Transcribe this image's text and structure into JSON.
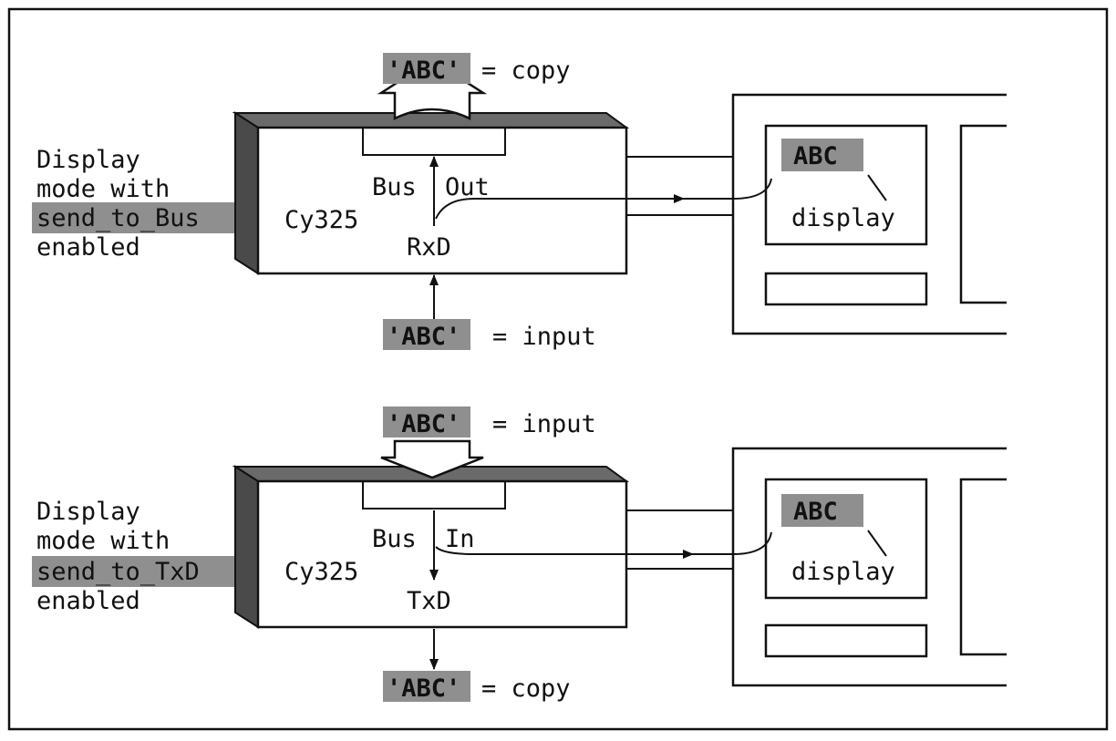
{
  "colors": {
    "highlight": "#8f8f8f",
    "shadow": "#5a5a5a",
    "line": "#111111",
    "background": "#ffffff"
  },
  "top": {
    "mode_label_lines": [
      "Display",
      "mode with",
      "send_to_Bus",
      "enabled"
    ],
    "chip_name": "Cy325",
    "bus_label_left": "Bus",
    "bus_label_right": "Out",
    "pin_label": "RxD",
    "upper_token": "'ABC'",
    "upper_text": "= copy",
    "lower_token": "'ABC'",
    "lower_text": "= input",
    "display_token": "ABC",
    "display_label": "display"
  },
  "bottom": {
    "mode_label_lines": [
      "Display",
      "mode with",
      "send_to_TxD",
      "enabled"
    ],
    "chip_name": "Cy325",
    "bus_label_left": "Bus",
    "bus_label_right": "In",
    "pin_label": "TxD",
    "upper_token": "'ABC'",
    "upper_text": "= input",
    "lower_token": "'ABC'",
    "lower_text": "= copy",
    "display_token": "ABC",
    "display_label": "display"
  }
}
